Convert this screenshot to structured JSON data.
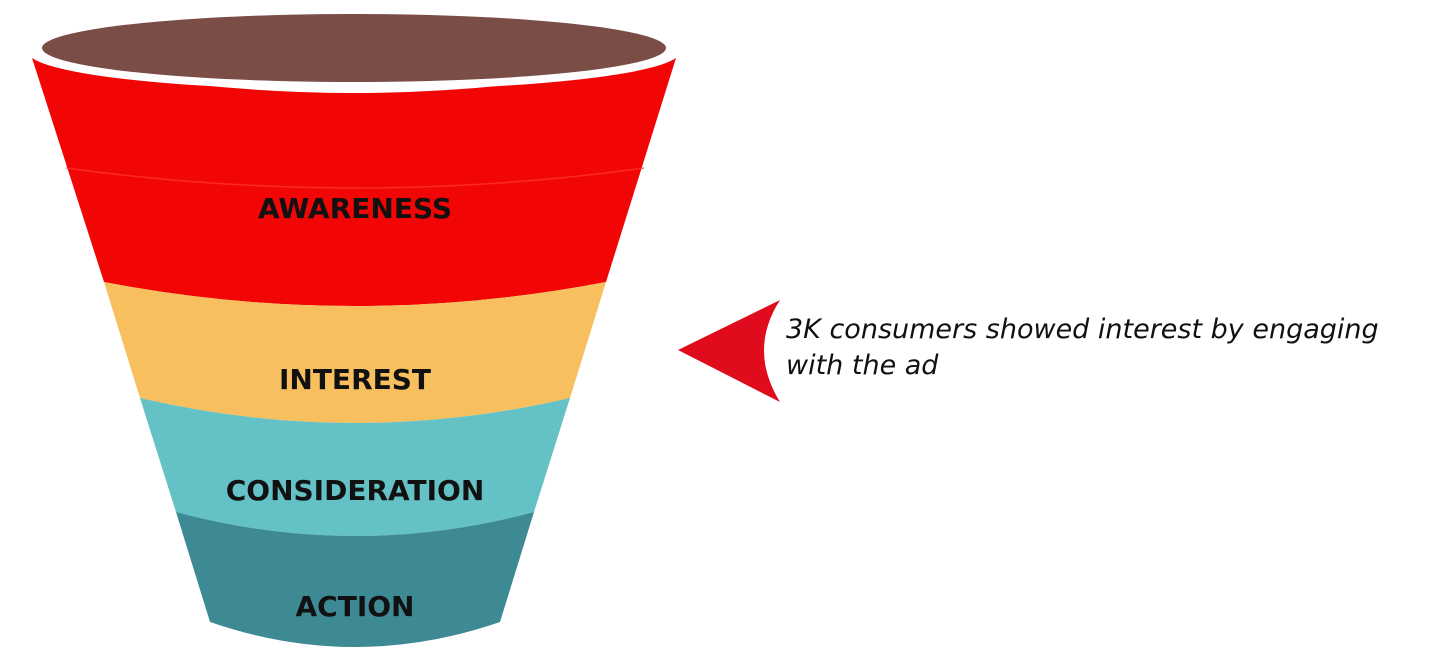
{
  "funnel": {
    "stages": [
      {
        "label": "AWARENESS",
        "color": "#f20505"
      },
      {
        "label": "INTEREST",
        "color": "#f8bf5f"
      },
      {
        "label": "CONSIDERATION",
        "color": "#64c1c6"
      },
      {
        "label": "ACTION",
        "color": "#3d8a94"
      }
    ],
    "rim_color": "#7a4d47"
  },
  "callout": {
    "text": "3K consumers showed interest by engaging with the ad",
    "arrow_color": "#e00b1c",
    "points_to": "INTEREST"
  }
}
